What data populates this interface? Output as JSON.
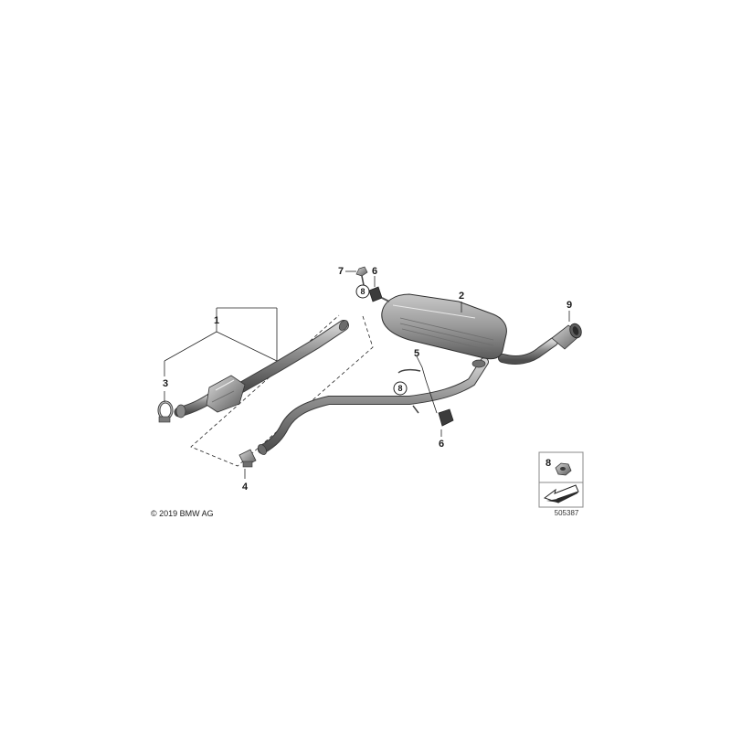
{
  "callouts": {
    "p1": "1",
    "p2": "2",
    "p3": "3",
    "p4": "4",
    "p5": "5",
    "p6a": "6",
    "p6b": "6",
    "p7": "7",
    "p8a": "8",
    "p8b": "8",
    "p9": "9"
  },
  "legend": {
    "item_number": "8"
  },
  "footer": {
    "copyright": "© 2019 BMW AG",
    "diagram_number": "505387"
  }
}
